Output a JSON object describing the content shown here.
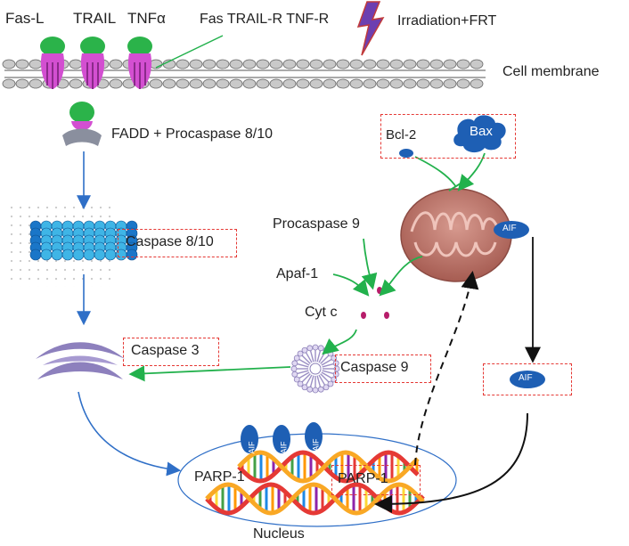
{
  "receptors": {
    "ligands": [
      "Fas-L",
      "TRAIL",
      "TNFα"
    ],
    "receptors_label": "Fas  TRAIL-R TNF-R",
    "stimulus": "Irradiation+FRT",
    "membrane": "Cell membrane"
  },
  "pathway": {
    "fadd": "FADD + Procaspase 8/10",
    "caspase810": "Caspase 8/10",
    "caspase3": "Caspase 3",
    "caspase9": "Caspase 9",
    "procaspase9": "Procaspase 9",
    "apaf1": "Apaf-1",
    "cytc": "Cyt c",
    "bcl2": "Bcl-2",
    "bax": "Bax",
    "aif": "AIF",
    "parp1": "PARP-1",
    "nucleus": "Nucleus"
  },
  "colors": {
    "green_arrow": "#22b14c",
    "blue_arrow": "#2f6fc7",
    "dashed_box": "#e53935",
    "aif_fill": "#1e5fb4",
    "mito": "#b5685e",
    "receptor": "#d34fd1"
  }
}
